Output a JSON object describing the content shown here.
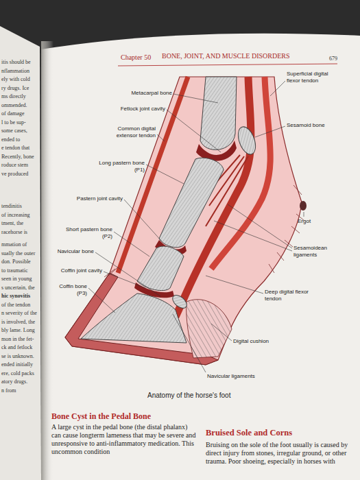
{
  "diagram": {
    "caption": "Anatomy of the horse's foot",
    "labels": [
      "Chapter 50",
      "BONE, JOINT, AND MUSCLE DISORDERS",
      "679",
      "Metacarpal bone",
      "Fetlock joint cavity",
      "Common digital extensor tendon",
      "Long pastern bone (P1)",
      "Pastern joint cavity",
      "Short pastern bone (P2)",
      "Navicular bone",
      "Coffin joint cavity",
      "Coffin bone (P3)",
      "Superficial digital flexor tendon",
      "Sesamoid bone",
      "Ergot",
      "Sesamoidean ligaments",
      "Deep digital flexor tendon",
      "Digital cushion",
      "Navicular ligaments",
      "Bone Cyst in the Pedal Bone",
      "A large cyst in the pedal bone (the distal phalanx) can cause longterm lameness that may be severe and unresponsive to anti-inflammatory medication. This uncommon condition",
      "Bruised Sole and Corns",
      "Bruising on the sole of the foot usually is caused by direct injury from stones, irregular ground, or other trauma. Poor shoeing, especially in horses with",
      "itis should be",
      "nflammation",
      "ely with cold",
      "ry drugs. Ice",
      "ms directly",
      "ommended.",
      "of damage",
      "l to be sup-",
      "some cases,",
      "ended to",
      "e tendon that",
      "Recently, bone",
      "roduce stem",
      "ve produced",
      "tendinitis",
      "of increasing",
      "tment, the",
      "racehorse is",
      "mmation of",
      "sually the outer",
      "don. Possible",
      "to traumatic",
      "seen in young",
      "s uncertain, the",
      "hic synovitis",
      "of the tendon",
      "n severity of the",
      "is involved, the",
      "bly lame. Long",
      "mon in the fet-",
      "ck and fetlock",
      "se is unknown.",
      "ended initially",
      "ere, cold packs",
      "atory drugs.",
      "n from"
    ]
  }
}
